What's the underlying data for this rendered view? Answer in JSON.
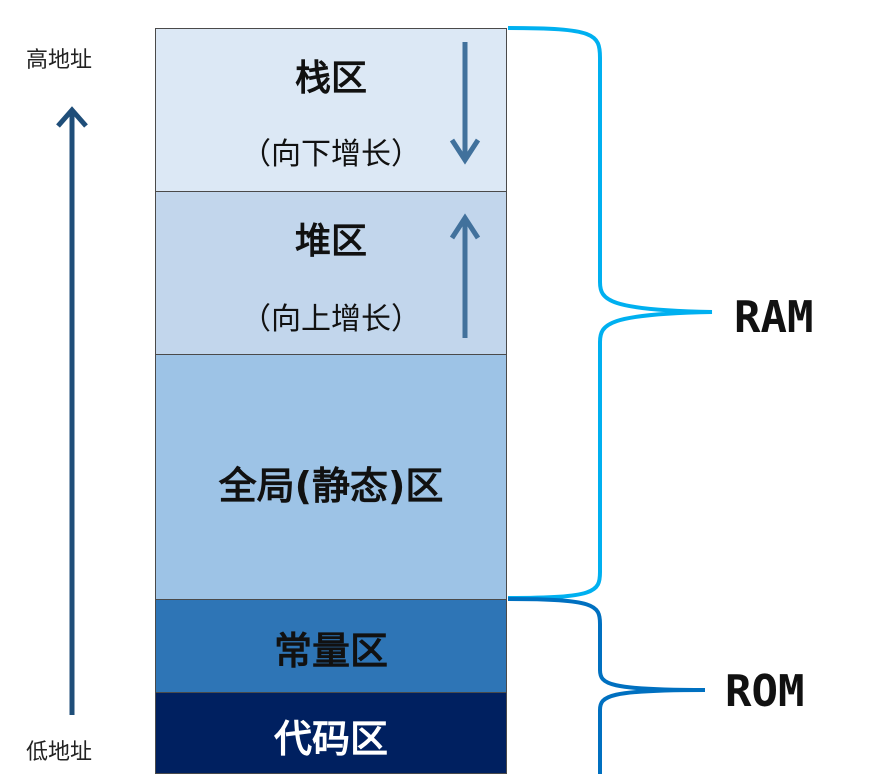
{
  "address": {
    "high_label": "高地址",
    "low_label": "低地址"
  },
  "blocks": {
    "stack": {
      "title": "栈区",
      "sub": "（向下增长）",
      "growth": "down"
    },
    "heap": {
      "title": "堆区",
      "sub": "（向上增长）",
      "growth": "up"
    },
    "global": {
      "label": "全局(静态)区"
    },
    "const": {
      "label": "常量区"
    },
    "code": {
      "label": "代码区"
    }
  },
  "memory_types": {
    "ram": "RAM",
    "rom": "ROM"
  },
  "colors": {
    "stack": "#dce8f5",
    "heap": "#c2d6ec",
    "global": "#9dc3e6",
    "const": "#2e75b6",
    "code": "#002060",
    "ram_brace": "#00b0f0",
    "rom_brace": "#0070c0",
    "arrow": "#2f5f8f"
  }
}
